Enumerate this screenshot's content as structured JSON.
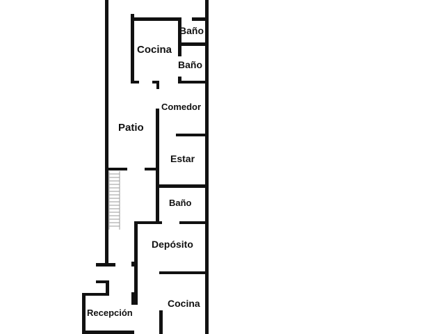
{
  "colors": {
    "background": "#ffffff",
    "wall": "#111111",
    "label": "#111111",
    "stairs": "#9a9a9a"
  },
  "rooms": {
    "bano_1": "Baño",
    "cocina_1": "Cocina",
    "bano_2": "Baño",
    "comedor": "Comedor",
    "patio": "Patio",
    "estar": "Estar",
    "bano_3": "Baño",
    "deposito": "Depósito",
    "cocina_2": "Cocina",
    "recepcion": "Recepción"
  }
}
